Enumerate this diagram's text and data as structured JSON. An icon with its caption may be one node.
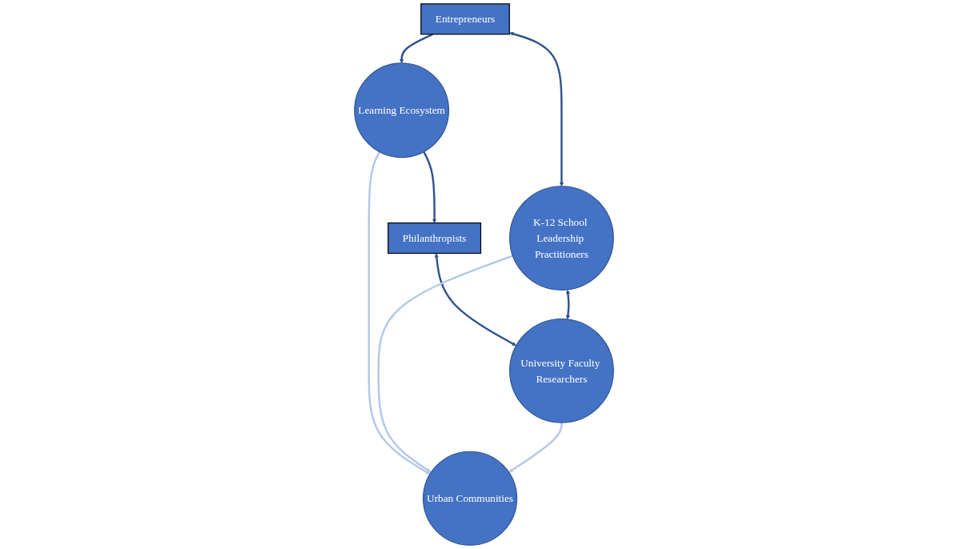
{
  "diagram": {
    "nodes": [
      {
        "text": [
          "Learning Ecosystem"
        ]
      },
      {
        "text": [
          "Entrepreneurs"
        ]
      },
      {
        "text": [
          "Urban Communities"
        ]
      },
      {
        "text": [
          "Philanthropists"
        ]
      },
      {
        "text": [
          "K-12 School Leadership Practitioners"
        ]
      },
      {
        "text": [
          "University Faculty Researchers"
        ]
      }
    ],
    "edges": [
      {
        "from": 1,
        "to": 0,
        "arrow": "to"
      },
      {
        "from": 0,
        "to": 3,
        "arrow": "to"
      },
      {
        "from": 0,
        "to": 2,
        "arrow": "to",
        "color": "#b4c7e7"
      },
      {
        "from": 1,
        "to": 4,
        "arrow": "both"
      },
      {
        "from": 3,
        "to": 5,
        "arrow": "both"
      },
      {
        "from": 4,
        "to": 2,
        "arrow": "to",
        "color": "#b4c7e7"
      },
      {
        "from": 5,
        "to": 2,
        "arrow": "to",
        "color": "#b4c7e7"
      },
      {
        "from": 4,
        "to": 5,
        "arrow": "both"
      }
    ]
  }
}
